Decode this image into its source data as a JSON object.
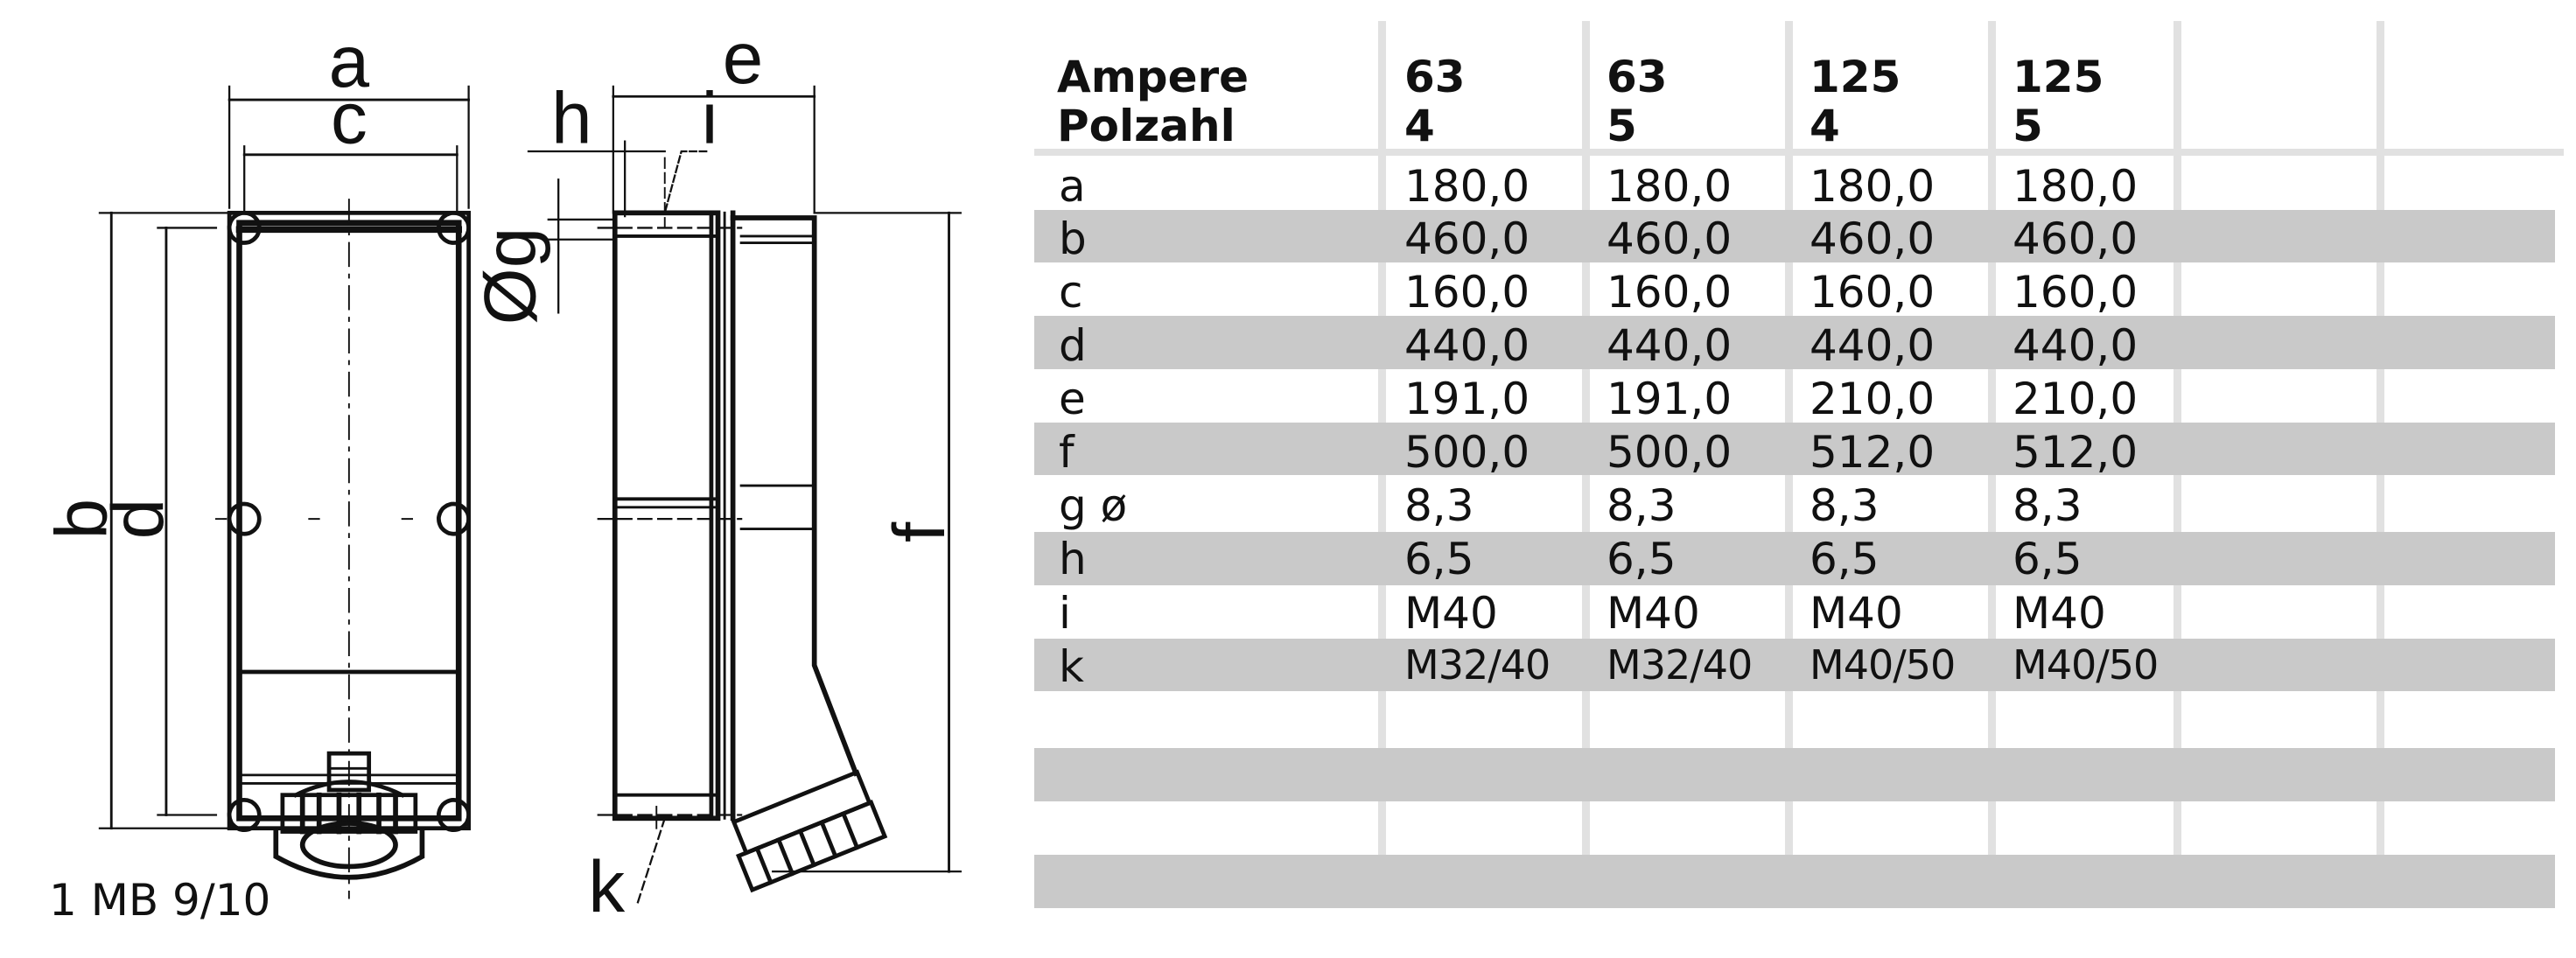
{
  "drawing": {
    "model_label": "1 MB 9/10",
    "front_view": {
      "dimension_labels": {
        "a": "a",
        "c": "c",
        "b": "b",
        "d": "d"
      }
    },
    "side_view": {
      "dimension_labels": {
        "e": "e",
        "h": "h",
        "i": "i",
        "g": "Øg",
        "f": "f",
        "k": "k"
      }
    }
  },
  "table": {
    "header": {
      "row1_label": "Ampere",
      "row2_label": "Polzahl",
      "columns": [
        {
          "ampere": "63",
          "polzahl": "4"
        },
        {
          "ampere": "63",
          "polzahl": "5"
        },
        {
          "ampere": "125",
          "polzahl": "4"
        },
        {
          "ampere": "125",
          "polzahl": "5"
        },
        {
          "ampere": "",
          "polzahl": ""
        },
        {
          "ampere": "",
          "polzahl": ""
        }
      ]
    },
    "rows": [
      {
        "label": "a",
        "values": [
          "180,0",
          "180,0",
          "180,0",
          "180,0"
        ],
        "shade": "white"
      },
      {
        "label": "b",
        "values": [
          "460,0",
          "460,0",
          "460,0",
          "460,0"
        ],
        "shade": "gray"
      },
      {
        "label": "c",
        "values": [
          "160,0",
          "160,0",
          "160,0",
          "160,0"
        ],
        "shade": "white"
      },
      {
        "label": "d",
        "values": [
          "440,0",
          "440,0",
          "440,0",
          "440,0"
        ],
        "shade": "gray"
      },
      {
        "label": "e",
        "values": [
          "191,0",
          "191,0",
          "210,0",
          "210,0"
        ],
        "shade": "white"
      },
      {
        "label": "f",
        "values": [
          "500,0",
          "500,0",
          "512,0",
          "512,0"
        ],
        "shade": "gray"
      },
      {
        "label": "g ø",
        "values": [
          "8,3",
          "8,3",
          "8,3",
          "8,3"
        ],
        "shade": "white"
      },
      {
        "label": "h",
        "values": [
          "6,5",
          "6,5",
          "6,5",
          "6,5"
        ],
        "shade": "gray"
      },
      {
        "label": "i",
        "values": [
          "M40",
          "M40",
          "M40",
          "M40"
        ],
        "shade": "white"
      },
      {
        "label": "k",
        "values": [
          "M32/40",
          "M32/40",
          "M40/50",
          "M40/50"
        ],
        "shade": "gray"
      },
      {
        "label": "",
        "values": [
          "",
          "",
          "",
          ""
        ],
        "shade": "white"
      },
      {
        "label": "",
        "values": [
          "",
          "",
          "",
          ""
        ],
        "shade": "gray"
      },
      {
        "label": "",
        "values": [
          "",
          "",
          "",
          ""
        ],
        "shade": "white"
      },
      {
        "label": "",
        "values": [
          "",
          "",
          "",
          ""
        ],
        "shade": "gray"
      }
    ],
    "colors": {
      "gray_row": "#c9c9c9",
      "grid_line": "#e1e1e1",
      "text": "#111111"
    }
  }
}
